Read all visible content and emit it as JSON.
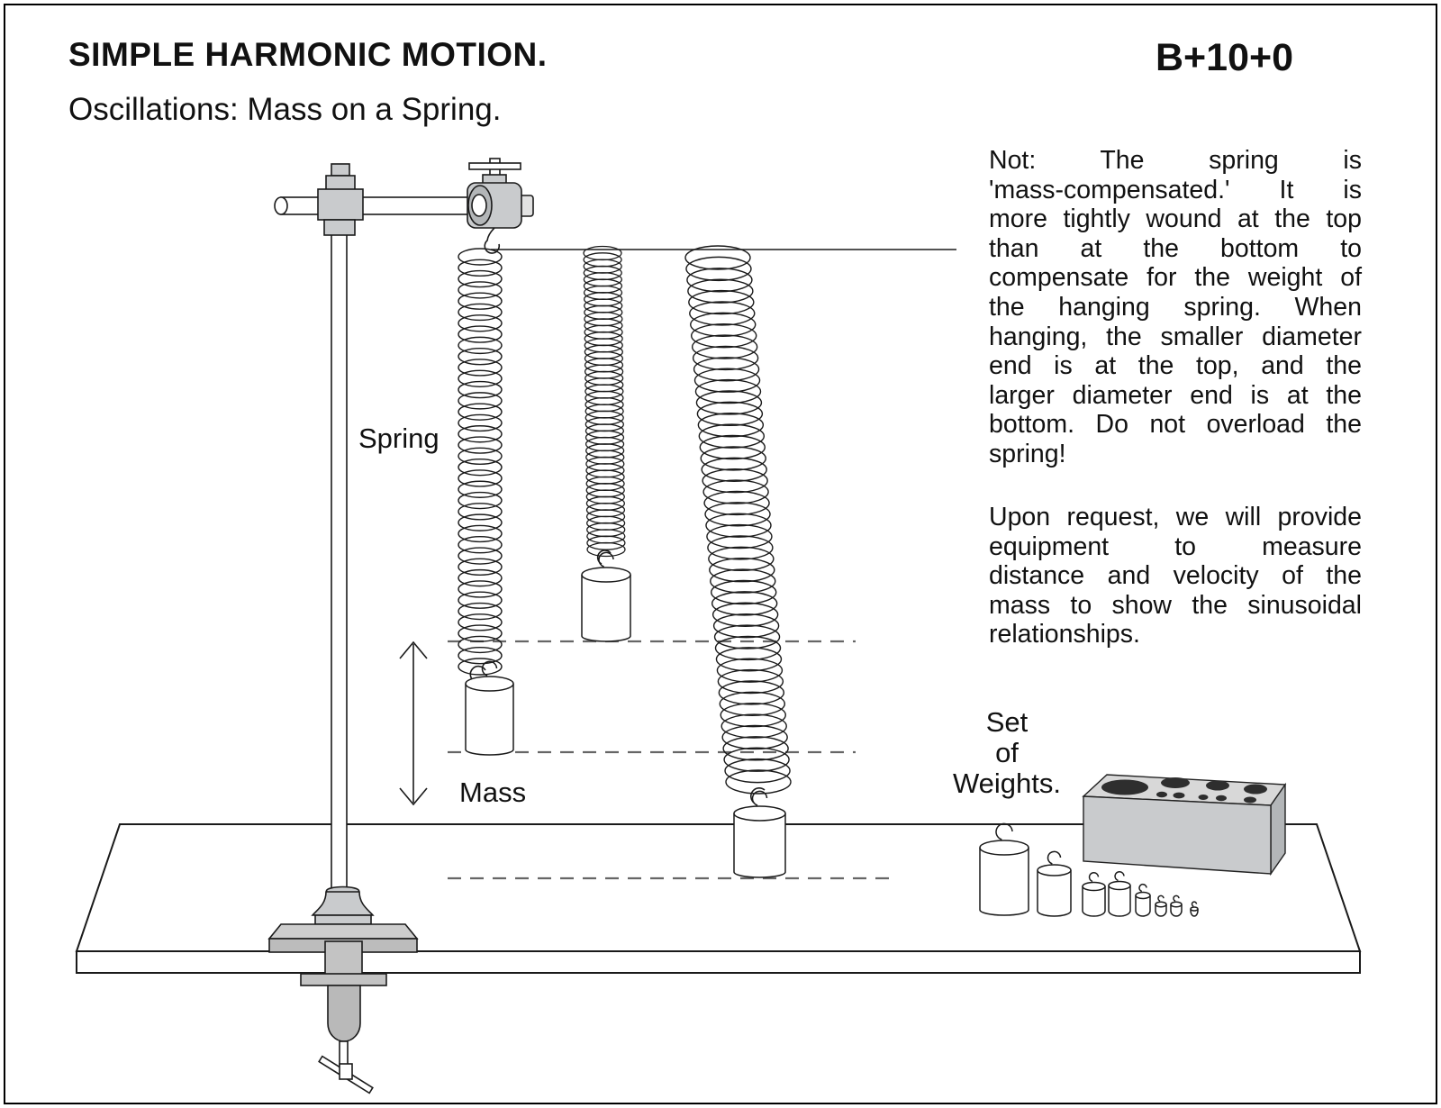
{
  "header": {
    "title": "SIMPLE HARMONIC MOTION.",
    "subtitle": "Oscillations: Mass on a Spring.",
    "code": "B+10+0"
  },
  "notes": {
    "para1_lines": [
      "Not: The spring is",
      "'mass-compensated.' It is",
      "more tightly wound at the top",
      "than at the bottom to",
      "compensate for the weight of",
      "the hanging spring. When",
      "hanging, the smaller diameter",
      "end is at the top, and the",
      "larger diameter end is at the",
      "bottom. Do not overload the",
      "spring!"
    ],
    "para2_lines": [
      "Upon request, we will provide",
      "equipment to measure",
      "distance and velocity of the",
      "mass to show the sinusoidal",
      "relationships."
    ]
  },
  "labels": {
    "spring": "Spring",
    "mass": "Mass",
    "weights": [
      "Set",
      "of",
      "Weights."
    ]
  },
  "colors": {
    "ink": "#1a1a1a",
    "metal_gray": "#c9cbcd",
    "metal_gray_dark": "#b3b6b8",
    "block_top_gray": "#d8d8d8",
    "hole_dark": "#2e2e2e",
    "dashed_line_gray": "#666666"
  }
}
